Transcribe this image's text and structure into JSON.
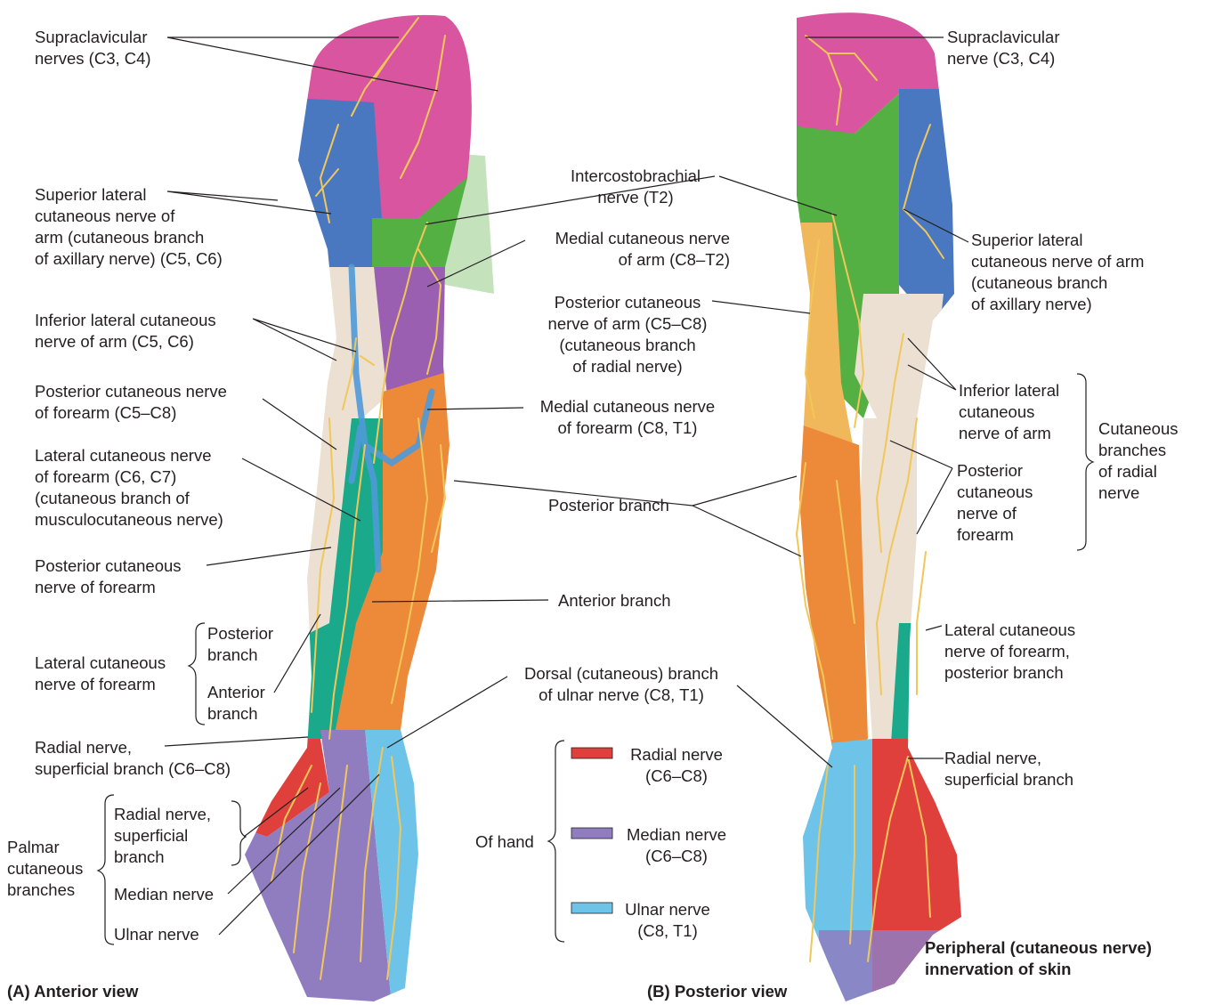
{
  "anterior": {
    "view_label": "(A) Anterior view",
    "supraclavicular": "Supraclavicular\nnerves (C3, C4)",
    "superior_lateral": "Superior lateral\ncutaneous nerve of\narm (cutaneous branch\nof axillary nerve) (C5, C6)",
    "inferior_lateral": "Inferior lateral cutaneous\nnerve of arm (C5, C6)",
    "posterior_cut_forearm_1": "Posterior cutaneous nerve\nof forearm (C5–C8)",
    "lateral_cut_forearm_1": "Lateral cutaneous nerve\nof forearm (C6, C7)\n(cutaneous branch of\nmusculocutaneous nerve)",
    "posterior_cut_forearm_2": "Posterior cutaneous\nnerve of forearm",
    "lateral_cut_forearm_2": "Lateral cutaneous\nnerve of forearm",
    "posterior_branch_small": "Posterior\nbranch",
    "anterior_branch_small": "Anterior\nbranch",
    "radial_superficial": "Radial nerve,\nsuperficial branch (C6–C8)",
    "palmar_group": "Palmar\ncutaneous\nbranches",
    "palmar_radial": "Radial nerve,\nsuperficial\nbranch",
    "palmar_median": "Median nerve",
    "palmar_ulnar": "Ulnar nerve"
  },
  "middle": {
    "intercostobrachial": "Intercostobrachial\nnerve (T2)",
    "medial_cut_arm": "Medial cutaneous nerve\nof arm (C8–T2)",
    "posterior_cut_arm": "Posterior cutaneous\nnerve of arm (C5–C8)\n(cutaneous branch\nof radial nerve)",
    "medial_cut_forearm": "Medial cutaneous nerve\nof forearm (C8, T1)",
    "posterior_branch": "Posterior branch",
    "anterior_branch": "Anterior branch",
    "dorsal_ulnar": "Dorsal (cutaneous) branch\nof ulnar nerve (C8, T1)"
  },
  "legend": {
    "group_label": "Of hand",
    "items": [
      {
        "label": "Radial nerve\n(C6–C8)",
        "color": "#e0403c"
      },
      {
        "label": "Median nerve\n(C6–C8)",
        "color": "#8f7dc0"
      },
      {
        "label": "Ulnar nerve\n(C8, T1)",
        "color": "#6ec4e8"
      }
    ]
  },
  "posterior": {
    "view_label": "(B) Posterior view",
    "supraclavicular": "Supraclavicular\nnerve (C3, C4)",
    "superior_lateral": "Superior lateral\ncutaneous nerve of arm\n(cutaneous branch\nof axillary nerve)",
    "inferior_lateral": "Inferior lateral\ncutaneous\nnerve of arm",
    "posterior_cut_forearm": "Posterior\ncutaneous\nnerve of\nforearm",
    "radial_group": "Cutaneous\nbranches\nof radial\nnerve",
    "lateral_cut_forearm": "Lateral cutaneous\nnerve of forearm,\nposterior branch",
    "radial_superficial": "Radial nerve,\nsuperficial branch"
  },
  "caption": "Peripheral (cutaneous nerve)\ninnervation of skin",
  "colors": {
    "supraclavicular": "#d9559f",
    "axillary": "#4a78c0",
    "intercostobrachial": "#55b043",
    "medial_arm": "#9a5fb0",
    "radial_posterior": "#ebe0d2",
    "posterior_arm": "#f0b85a",
    "medial_forearm": "#ec8a3a",
    "lateral_forearm": "#1aa98a",
    "radial_hand": "#e0403c",
    "median_hand": "#8f7dc0",
    "ulnar_hand": "#6ec4e8",
    "nerve": "#f2c75a",
    "vein": "#4f9ad8"
  }
}
